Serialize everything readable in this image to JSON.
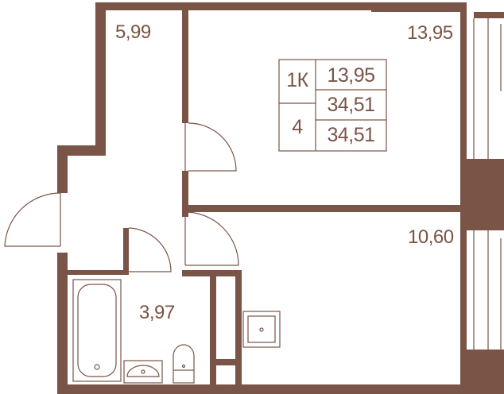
{
  "colors": {
    "wall": "#7a5446",
    "line": "#7a5446",
    "background": "#ffffff"
  },
  "rooms": {
    "corridor_area": "5,99",
    "bedroom_area": "13,95",
    "kitchen_area": "10,60",
    "bathroom_area": "3,97"
  },
  "summary": {
    "apartment_type": "1К",
    "living_area": "13,95",
    "floor": "4",
    "total_area": "34,51",
    "total_area_with_balcony": "34,51"
  }
}
